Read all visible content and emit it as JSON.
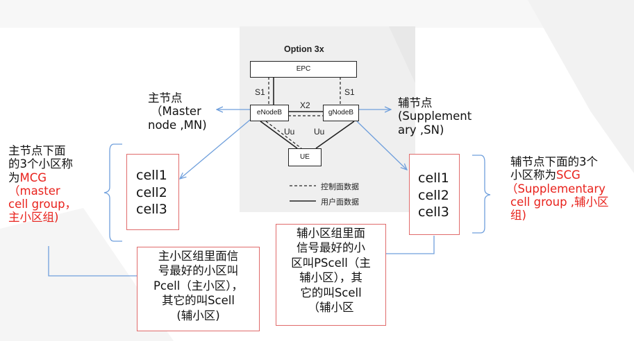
{
  "diagram": {
    "title": "Option 3x",
    "epc": "EPC",
    "enodeb": "eNodeB",
    "gnodeb": "gNodeB",
    "ue": "UE",
    "s1_left": "S1",
    "s1_right": "S1",
    "x2": "X2",
    "uu_left": "Uu",
    "uu_right": "Uu",
    "legend_control": "控制面数据",
    "legend_user": "用户面数据"
  },
  "master_node": {
    "line1": "主节点",
    "line2": "（Master",
    "line3": "node ,MN)"
  },
  "secondary_node": {
    "line1": "辅节点",
    "line2": "(Supplement",
    "line3": "ary ,SN)"
  },
  "left_desc": {
    "line1": "主节点下面",
    "line2_prefix": "的3个小区称",
    "line3_prefix": "为",
    "mcg": "MCG",
    "line4": "（master",
    "line5": "cell group，",
    "line6": "主小区组)"
  },
  "right_desc": {
    "line1": "辅节点下面的3个",
    "line2_prefix": "小区称为",
    "scg": "SCG",
    "line3": "（Supplementary",
    "line4": "cell group ,辅小区",
    "line5": "组)"
  },
  "left_cells": [
    "cell1",
    "cell2",
    "cell3"
  ],
  "right_cells": [
    "cell1",
    "cell2",
    "cell3"
  ],
  "pcell_note": [
    "主小区组里面信",
    "号最好的小区叫",
    "Pcell（主小区），",
    "其它的叫Scell",
    "(辅小区)"
  ],
  "pscell_note": [
    "辅小区组里面",
    "信号最好的小",
    "区叫PScell（主",
    "辅小区），其",
    "它的叫Scell",
    "（辅小区"
  ],
  "colors": {
    "accent_red": "#e8221c",
    "box_border": "#e06a6a",
    "connector": "#6f9fdc"
  }
}
